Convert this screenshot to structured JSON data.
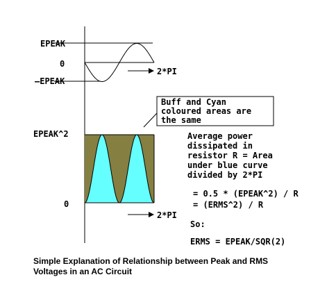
{
  "labels": {
    "epeak": "EPEAK",
    "zero_top": "0",
    "neg_epeak": "—EPEAK",
    "two_pi_top": "2*PI",
    "epeak_sq": "EPEAK^2",
    "zero_bottom": "0",
    "two_pi_bottom": "2*PI"
  },
  "callout": {
    "line1": "Buff and Cyan",
    "line2": "coloured areas are",
    "line3": "the same"
  },
  "explanation": {
    "line1": "Average power",
    "line2": "dissipated in",
    "line3": "resistor R = Area",
    "line4": "under blue curve",
    "line5": "divided by 2*PI",
    "eq1": "= 0.5 * (EPEAK^2) / R",
    "eq2": "= (ERMS^2) / R",
    "so": "So:",
    "result": "ERMS = EPEAK/SQR(2)"
  },
  "caption": {
    "line1": "Simple Explanation of Relationship between Peak and RMS",
    "line2": "Voltages in an AC Circuit"
  },
  "colors": {
    "buff": "#857f42",
    "cyan": "#66ffff",
    "ink": "#000000"
  }
}
